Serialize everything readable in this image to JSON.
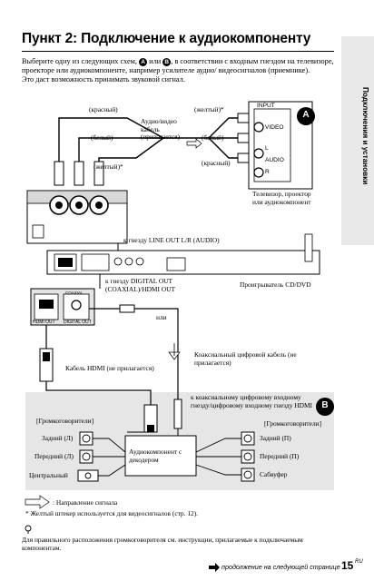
{
  "page": {
    "title": "Пункт 2: Подключение к аудиокомпоненту",
    "intro_line1": "Выберите одну из следующих схем, ",
    "intro_a": "A",
    "intro_or": " или ",
    "intro_b": "B",
    "intro_line1b": ", в соответствии с входным гнездом на телевизоре, проекторе или аудиокомпоненте, например усилителе аудио/ видеосигналов (приемнике).",
    "intro_line2": "Это даст возможность принимать звуковой сигнал.",
    "side_tab": "Подключения и установки",
    "page_number": "15",
    "page_suffix": "RU",
    "continued": "продолжение на следующей странице"
  },
  "diagram_a": {
    "badge": "A",
    "red1": "(красный)",
    "white1": "(белый)",
    "yellow1": "(желтый)*",
    "cable": "Аудио/видео кабель (прилагается)",
    "yellow2": "(желтый)*",
    "white2": "(белый)",
    "red2": "(красный)",
    "input": "INPUT",
    "video": "VIDEO",
    "l": "L",
    "audio": "AUDIO",
    "r": "R",
    "tv": "Телевизор, проектор или аудиокомпонент",
    "line_out": "к гнезду LINE OUT L/R (AUDIO)"
  },
  "player": {
    "digital_out": "к гнезду DIGITAL OUT (COAXIAL)/HDMI OUT",
    "player_label": "Проигрыватель CD/DVD",
    "hdmi_out": "HDMI OUT",
    "digital": "DIGITAL OUT",
    "coaxial": "COAXIAL",
    "or": "или",
    "hdmi_cable": "Кабель HDMI (не прилагается)",
    "coax_cable": "Коаксиальный цифровой кабель (не прилагается)"
  },
  "diagram_b": {
    "badge": "B",
    "to_input": "к коаксиальному цифровому входному гнезду/цифровому входному гнезду HDMI",
    "speakers_left": "[Громкоговорители]",
    "speakers_right": "[Громкоговорители]",
    "rear_l": "Задний (Л)",
    "front_l": "Передний (Л)",
    "center": "Центральный",
    "rear_r": "Задний (П)",
    "front_r": "Передний (П)",
    "subwoofer": "Сабвуфер",
    "av_component": "Аудиокомпонент с декодером"
  },
  "notes": {
    "signal": ": Направление сигнала",
    "yellow_note": "* Желтый штекер используется для видеосигналов (стр. 12).",
    "hint": "Для правильного расположения громкоговорителя см. инструкции, прилагаемые к подключаемым компонентам."
  }
}
